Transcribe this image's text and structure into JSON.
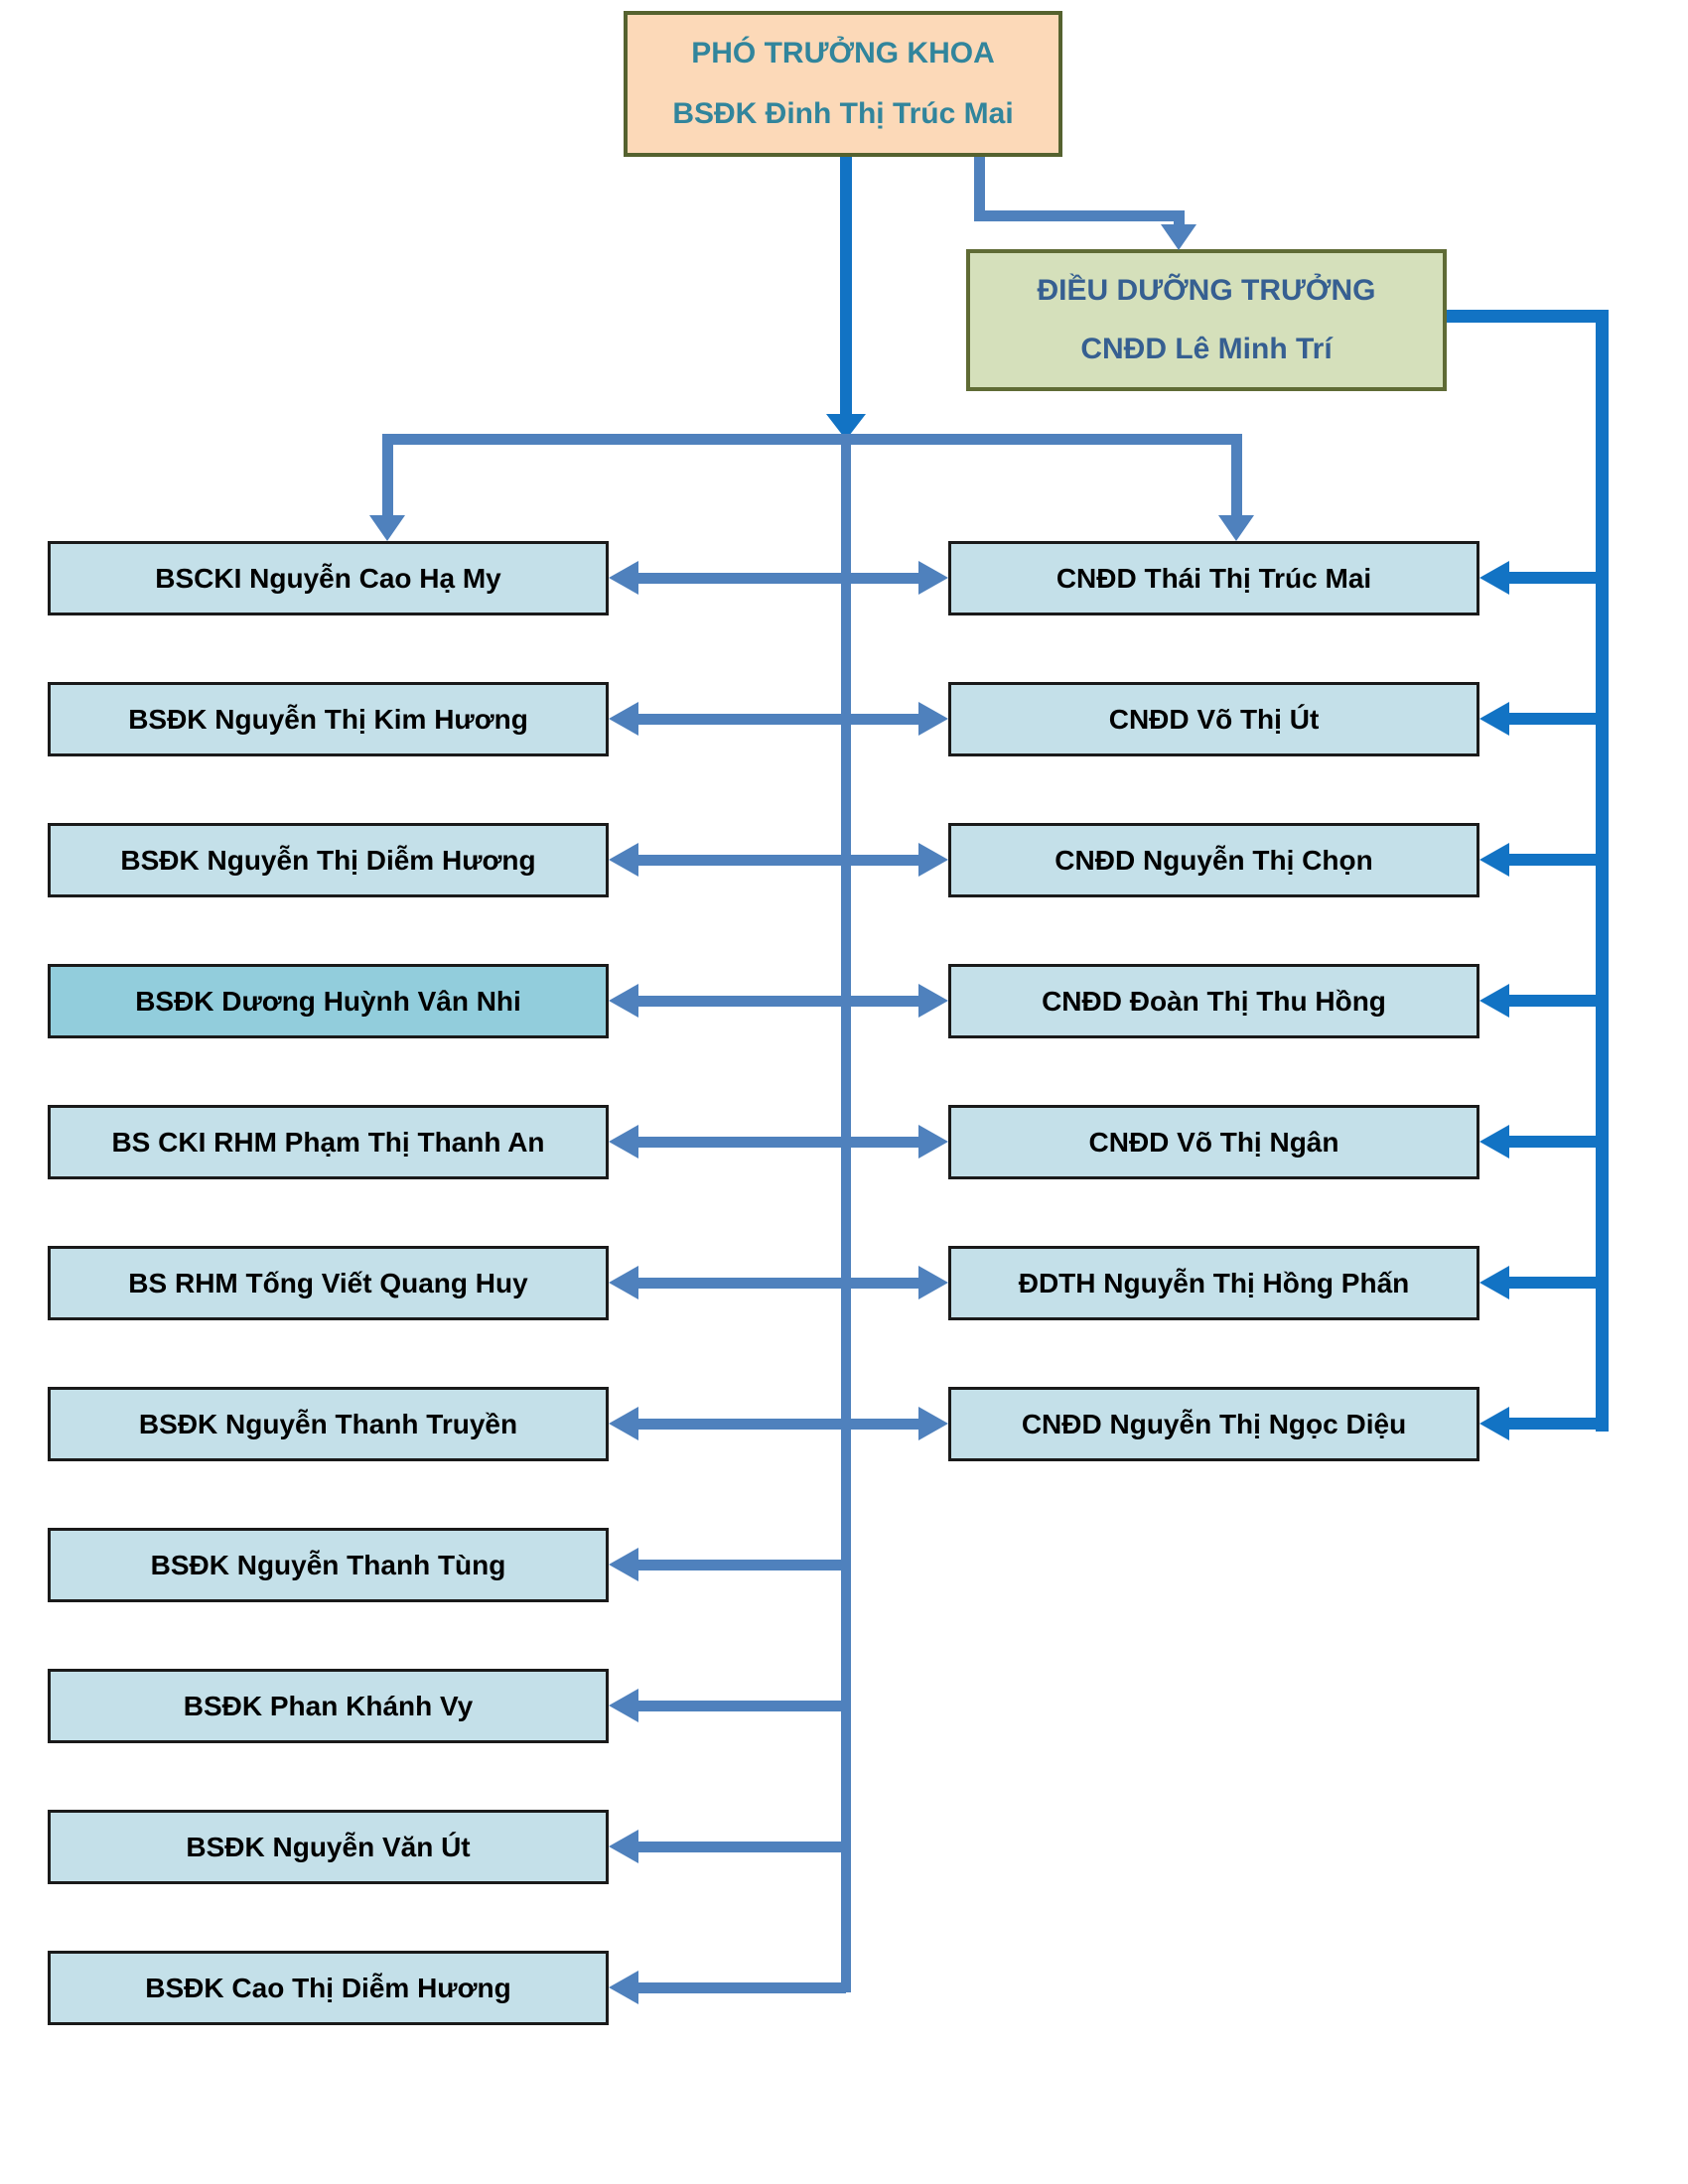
{
  "diagram": {
    "type": "org-chart",
    "root": {
      "title": "PHÓ TRƯỞNG KHOA",
      "name": "BSĐK Đinh Thị Trúc Mai"
    },
    "head_nurse": {
      "title": "ĐIỀU DƯỠNG TRƯỞNG",
      "name": "CNĐD Lê Minh Trí"
    },
    "doctors": [
      "BSCKI Nguyễn Cao Hạ My",
      "BSĐK Nguyễn Thị Kim Hương",
      "BSĐK Nguyễn Thị Diễm Hương",
      "BSĐK Dương Huỳnh Vân Nhi",
      "BS CKI RHM Phạm Thị Thanh An",
      "BS RHM Tống Viết Quang Huy",
      "BSĐK Nguyễn Thanh Truyền",
      "BSĐK Nguyễn Thanh Tùng",
      "BSĐK Phan Khánh Vy",
      "BSĐK Nguyễn Văn Út",
      "BSĐK Cao Thị Diễm Hương"
    ],
    "nurses": [
      "CNĐD Thái Thị Trúc Mai",
      "CNĐD Võ Thị Út",
      "CNĐD Nguyễn Thị Chọn",
      "CNĐD Đoàn Thị Thu Hồng",
      "CNĐD Võ Thị Ngân",
      "ĐDTH Nguyễn Thị Hồng Phấn",
      "CNĐD Nguyễn Thị Ngọc Diệu"
    ],
    "colors": {
      "root_fill": "#FCD9B8",
      "root_border": "#55622F",
      "root_text": "#31859C",
      "head_nurse_fill": "#D5E0BB",
      "head_nurse_border": "#5F6B35",
      "head_nurse_text": "#365F91",
      "member_fill": "#C4E0E9",
      "member_fill_alt": "#92CDDC",
      "member_border": "#1A1A1A",
      "connector_muted": "#4F81BD",
      "connector_bright": "#1273C4"
    }
  }
}
